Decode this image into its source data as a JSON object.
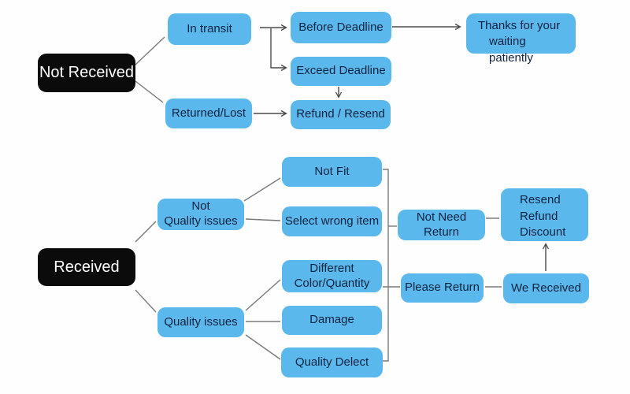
{
  "colors": {
    "node_blue": "#5bb8ec",
    "node_black": "#0b0b0b",
    "text_dark": "#0e2340",
    "text_light": "#ffffff",
    "line_gray": "#7a7a7a",
    "arrow_dark": "#4a4a4a",
    "background": "#fefefe"
  },
  "nodes": {
    "not_received": {
      "label": "Not Received"
    },
    "in_transit": {
      "label": "In transit"
    },
    "returned_lost": {
      "label": "Returned/Lost"
    },
    "before_deadline": {
      "label": "Before Deadline"
    },
    "exceed_deadline": {
      "label": "Exceed Deadline"
    },
    "refund_resend": {
      "label": "Refund / Resend"
    },
    "thanks": {
      "label": "Thanks for your\nwaiting patiently"
    },
    "received": {
      "label": "Received"
    },
    "not_quality_issues": {
      "label": "Not\nQuality issues"
    },
    "quality_issues": {
      "label": "Quality issues"
    },
    "not_fit": {
      "label": "Not Fit"
    },
    "select_wrong_item": {
      "label": "Select wrong item"
    },
    "different_color_quantity": {
      "label": "Different\nColor/Quantity"
    },
    "damage": {
      "label": "Damage"
    },
    "quality_delect": {
      "label": "Quality Delect"
    },
    "not_need_return": {
      "label": "Not Need Return"
    },
    "please_return": {
      "label": "Please Return"
    },
    "we_received": {
      "label": "We Received"
    },
    "resend_refund_discount": {
      "label": "Resend\nRefund\nDiscount"
    }
  },
  "edges": [
    {
      "from": "Not Received",
      "to": "In transit",
      "style": "line"
    },
    {
      "from": "Not Received",
      "to": "Returned/Lost",
      "style": "line"
    },
    {
      "from": "In transit",
      "to": "Before Deadline",
      "style": "arrow"
    },
    {
      "from": "In transit",
      "to": "Exceed Deadline",
      "style": "arrow"
    },
    {
      "from": "Exceed Deadline",
      "to": "Refund / Resend",
      "style": "arrow"
    },
    {
      "from": "Returned/Lost",
      "to": "Refund / Resend",
      "style": "arrow"
    },
    {
      "from": "Before Deadline",
      "to": "Thanks for your waiting patiently",
      "style": "arrow"
    },
    {
      "from": "Received",
      "to": "Not Quality issues",
      "style": "line"
    },
    {
      "from": "Received",
      "to": "Quality issues",
      "style": "line"
    },
    {
      "from": "Not Quality issues",
      "to": "Not Fit",
      "style": "line"
    },
    {
      "from": "Not Quality issues",
      "to": "Select wrong item",
      "style": "line"
    },
    {
      "from": "Quality issues",
      "to": "Different Color/Quantity",
      "style": "line"
    },
    {
      "from": "Quality issues",
      "to": "Damage",
      "style": "line"
    },
    {
      "from": "Quality issues",
      "to": "Quality Delect",
      "style": "line"
    },
    {
      "from": "Not Fit + Select wrong item (bracket)",
      "to": "Not Need Return",
      "style": "bracket"
    },
    {
      "from": "Different Color/Quantity + Damage + Quality Delect (bracket)",
      "to": "Please Return",
      "style": "bracket"
    },
    {
      "from": "Not Need Return",
      "to": "Resend Refund Discount",
      "style": "line"
    },
    {
      "from": "Please Return",
      "to": "We Received",
      "style": "line"
    },
    {
      "from": "We Received",
      "to": "Resend Refund Discount",
      "style": "arrow"
    }
  ]
}
